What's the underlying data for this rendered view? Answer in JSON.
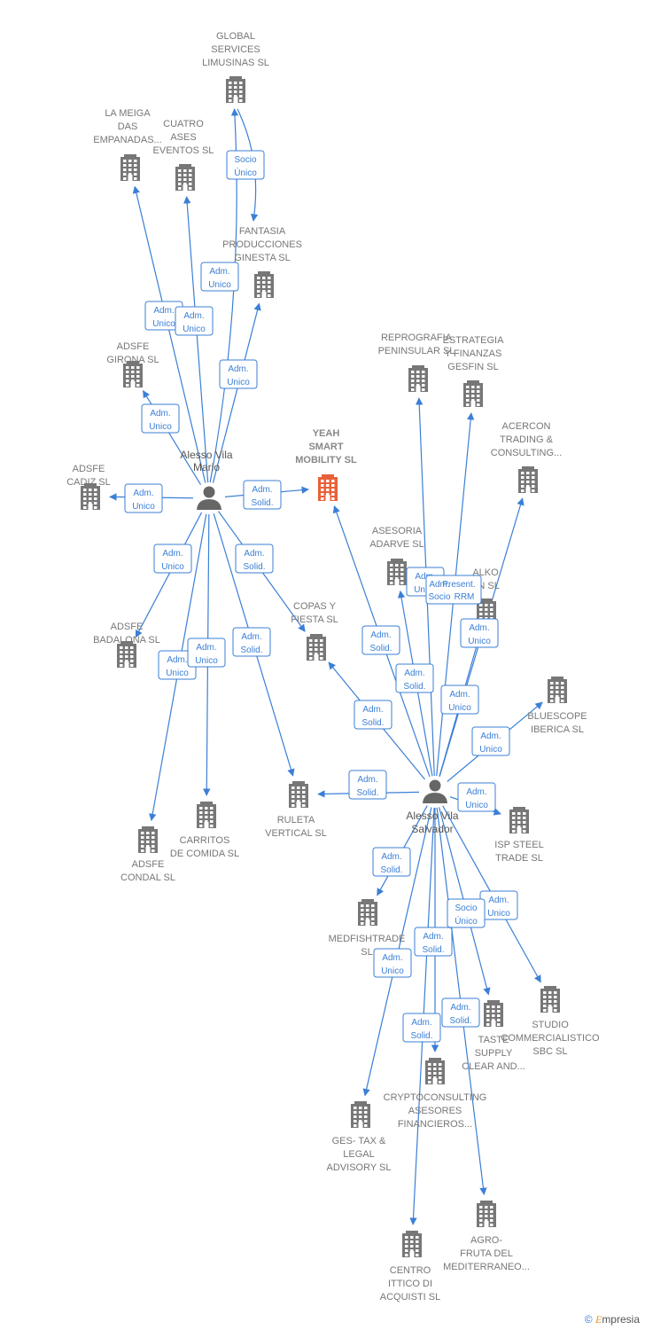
{
  "colors": {
    "edge": "#3b7fd6",
    "building": "#777777",
    "focus": "#e8613a",
    "person": "#666666"
  },
  "brand": {
    "symbol": "©",
    "e_letter": "E",
    "rest": "mpresia"
  },
  "persons": [
    {
      "id": "mario",
      "label": [
        "Alesso Vila",
        "Mario"
      ]
    },
    {
      "id": "salvador",
      "label": [
        "Alesso Vila",
        "Salvador"
      ]
    }
  ],
  "companies": [
    {
      "id": "yeah",
      "label": [
        "YEAH",
        "SMART",
        "MOBILITY SL"
      ],
      "focus": true
    },
    {
      "id": "global",
      "label": [
        "GLOBAL",
        "SERVICES",
        "LIMUSINAS SL"
      ]
    },
    {
      "id": "meiga",
      "label": [
        "LA MEIGA",
        "DAS",
        "EMPANADAS..."
      ]
    },
    {
      "id": "cuatro",
      "label": [
        "CUATRO",
        "ASES",
        "EVENTOS SL"
      ]
    },
    {
      "id": "fantasia",
      "label": [
        "FANTASIA",
        "PRODUCCIONES",
        "GINESTA SL"
      ]
    },
    {
      "id": "girona",
      "label": [
        "ADSFE",
        "GIRONA SL"
      ]
    },
    {
      "id": "cadiz",
      "label": [
        "ADSFE",
        "CADIZ SL"
      ]
    },
    {
      "id": "badalona",
      "label": [
        "ADSFE",
        "BADALONA SL"
      ]
    },
    {
      "id": "condal",
      "label": [
        "ADSFE",
        "CONDAL SL"
      ]
    },
    {
      "id": "carritos",
      "label": [
        "CARRITOS",
        "DE COMIDA SL"
      ]
    },
    {
      "id": "ruleta",
      "label": [
        "RULETA",
        "VERTICAL SL"
      ]
    },
    {
      "id": "copas",
      "label": [
        "COPAS Y",
        "FIESTA SL"
      ]
    },
    {
      "id": "reprografia",
      "label": [
        "REPROGRAFIA",
        "PENINSULAR SL"
      ]
    },
    {
      "id": "estrategia",
      "label": [
        "ESTRATEGIA",
        "Y FINANZAS",
        "GESFIN SL"
      ]
    },
    {
      "id": "acercon",
      "label": [
        "ACERCON",
        "TRADING &",
        "CONSULTING..."
      ]
    },
    {
      "id": "asesoria",
      "label": [
        "ASESORIA",
        "ADARVE SL"
      ]
    },
    {
      "id": "alko",
      "label": [
        "ALKO",
        "EN SL"
      ]
    },
    {
      "id": "bluescope",
      "label": [
        "BLUESCOPE",
        "IBERICA SL"
      ]
    },
    {
      "id": "isp",
      "label": [
        "ISP STEEL",
        "TRADE SL"
      ]
    },
    {
      "id": "medfish",
      "label": [
        "MEDFISHTRADE",
        "SL"
      ]
    },
    {
      "id": "studio",
      "label": [
        "STUDIO",
        "COMMERCIALISTICO",
        "SBC SL"
      ]
    },
    {
      "id": "taste",
      "label": [
        "TASTE",
        "SUPPLY",
        "CLEAR AND..."
      ]
    },
    {
      "id": "crypto",
      "label": [
        "CRYPTOCONSULTING",
        "ASESORES",
        "FINANCIEROS..."
      ]
    },
    {
      "id": "gestax",
      "label": [
        "GES- TAX &",
        "LEGAL",
        "ADVISORY SL"
      ]
    },
    {
      "id": "centro",
      "label": [
        "CENTRO",
        "ITTICO DI",
        "ACQUISTI SL"
      ]
    },
    {
      "id": "agro",
      "label": [
        "AGRO-",
        "FRUTA DEL",
        "MEDITERRANEO..."
      ]
    }
  ],
  "edges": [
    {
      "from": "mario",
      "to": "global",
      "label": [
        "Adm.",
        "Unico"
      ]
    },
    {
      "from": "global",
      "to": "fantasia",
      "label": [
        "Socio",
        "Único"
      ]
    },
    {
      "from": "mario",
      "to": "meiga",
      "label": [
        "Adm.",
        "Unico"
      ]
    },
    {
      "from": "mario",
      "to": "cuatro",
      "label": [
        "Adm.",
        "Unico"
      ]
    },
    {
      "from": "mario",
      "to": "fantasia",
      "label": [
        "Adm.",
        "Unico"
      ]
    },
    {
      "from": "mario",
      "to": "girona",
      "label": [
        "Adm.",
        "Unico"
      ]
    },
    {
      "from": "mario",
      "to": "cadiz",
      "label": [
        "Adm.",
        "Unico"
      ]
    },
    {
      "from": "mario",
      "to": "yeah",
      "label": [
        "Adm.",
        "Solid."
      ]
    },
    {
      "from": "mario",
      "to": "badalona",
      "label": [
        "Adm.",
        "Unico"
      ]
    },
    {
      "from": "mario",
      "to": "copas",
      "label": [
        "Adm.",
        "Solid."
      ]
    },
    {
      "from": "mario",
      "to": "condal",
      "label": [
        "Adm.",
        "Unico"
      ]
    },
    {
      "from": "mario",
      "to": "carritos",
      "label": [
        "Adm.",
        "Unico"
      ]
    },
    {
      "from": "mario",
      "to": "ruleta",
      "label": [
        "Adm.",
        "Solid."
      ]
    },
    {
      "from": "salvador",
      "to": "yeah",
      "label": [
        "Adm.",
        "Solid."
      ]
    },
    {
      "from": "salvador",
      "to": "reprografia",
      "label": [
        "Adm.",
        "Unico"
      ]
    },
    {
      "from": "salvador",
      "to": "estrategia",
      "label": [
        "Present.",
        "Adm.",
        "Socio",
        "RRM"
      ]
    },
    {
      "from": "salvador",
      "to": "acercon",
      "label": [
        "Adm.",
        "Unico"
      ]
    },
    {
      "from": "salvador",
      "to": "asesoria",
      "label": [
        "Adm.",
        "Solid."
      ]
    },
    {
      "from": "salvador",
      "to": "alko",
      "label": [
        "Adm.",
        "Unico"
      ]
    },
    {
      "from": "salvador",
      "to": "copas",
      "label": [
        "Adm.",
        "Solid."
      ]
    },
    {
      "from": "salvador",
      "to": "bluescope",
      "label": [
        "Adm.",
        "Unico"
      ]
    },
    {
      "from": "salvador",
      "to": "ruleta",
      "label": [
        "Adm.",
        "Solid."
      ]
    },
    {
      "from": "salvador",
      "to": "isp",
      "label": [
        "Adm.",
        "Unico"
      ]
    },
    {
      "from": "salvador",
      "to": "medfish",
      "label": [
        "Adm.",
        "Solid."
      ]
    },
    {
      "from": "salvador",
      "to": "studio",
      "label": [
        "Adm.",
        "Unico"
      ]
    },
    {
      "from": "salvador",
      "to": "taste",
      "label": [
        "Socio",
        "Único"
      ]
    },
    {
      "from": "salvador",
      "to": "crypto",
      "label": [
        "Adm.",
        "Solid."
      ]
    },
    {
      "from": "salvador",
      "to": "gestax",
      "label": [
        "Adm.",
        "Unico"
      ]
    },
    {
      "from": "salvador",
      "to": "centro",
      "label": [
        "Adm.",
        "Solid."
      ]
    },
    {
      "from": "salvador",
      "to": "agro",
      "label": [
        "Adm.",
        "Solid."
      ]
    }
  ]
}
